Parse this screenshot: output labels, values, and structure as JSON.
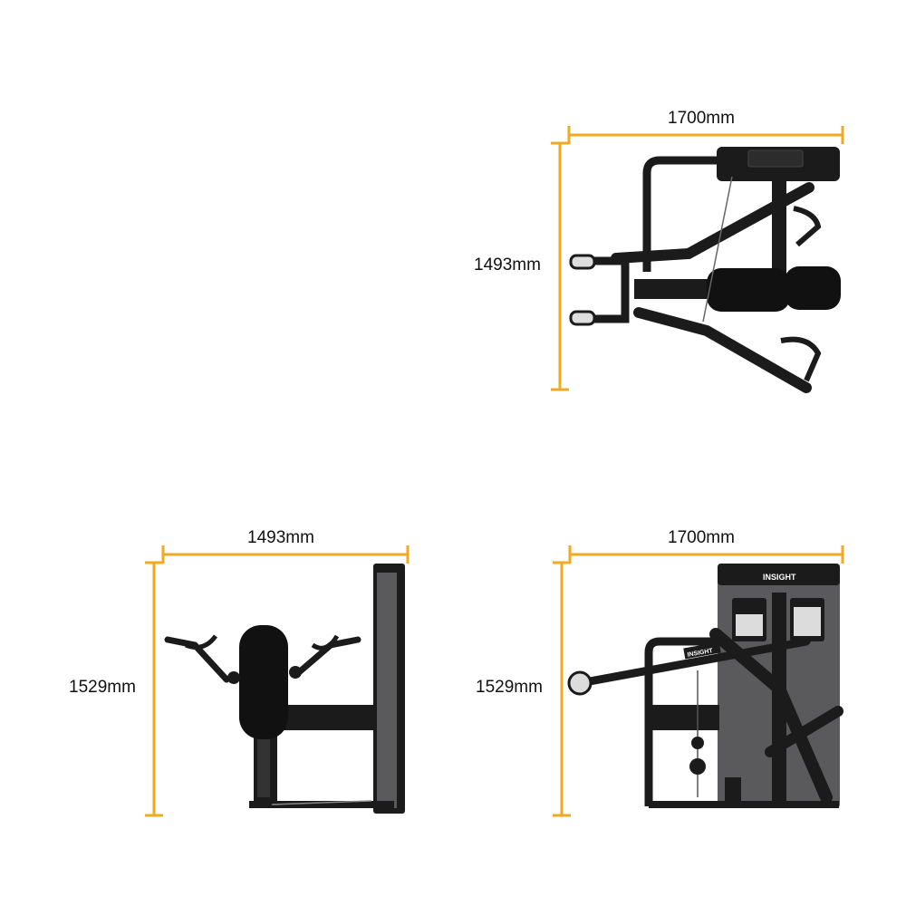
{
  "top_view": {
    "width_label": "1700mm",
    "depth_label": "1493mm"
  },
  "side_view": {
    "width_label": "1493mm",
    "height_label": "1529mm"
  },
  "front_view": {
    "width_label": "1700mm",
    "height_label": "1529mm",
    "brand": "INSIGHT",
    "arm_brand": "INSIGHT"
  },
  "colors": {
    "dimension_line": "#F2A922",
    "frame_black": "#1b1b1b",
    "shroud_gray": "#5a5a5c",
    "pad_black": "#111111"
  }
}
